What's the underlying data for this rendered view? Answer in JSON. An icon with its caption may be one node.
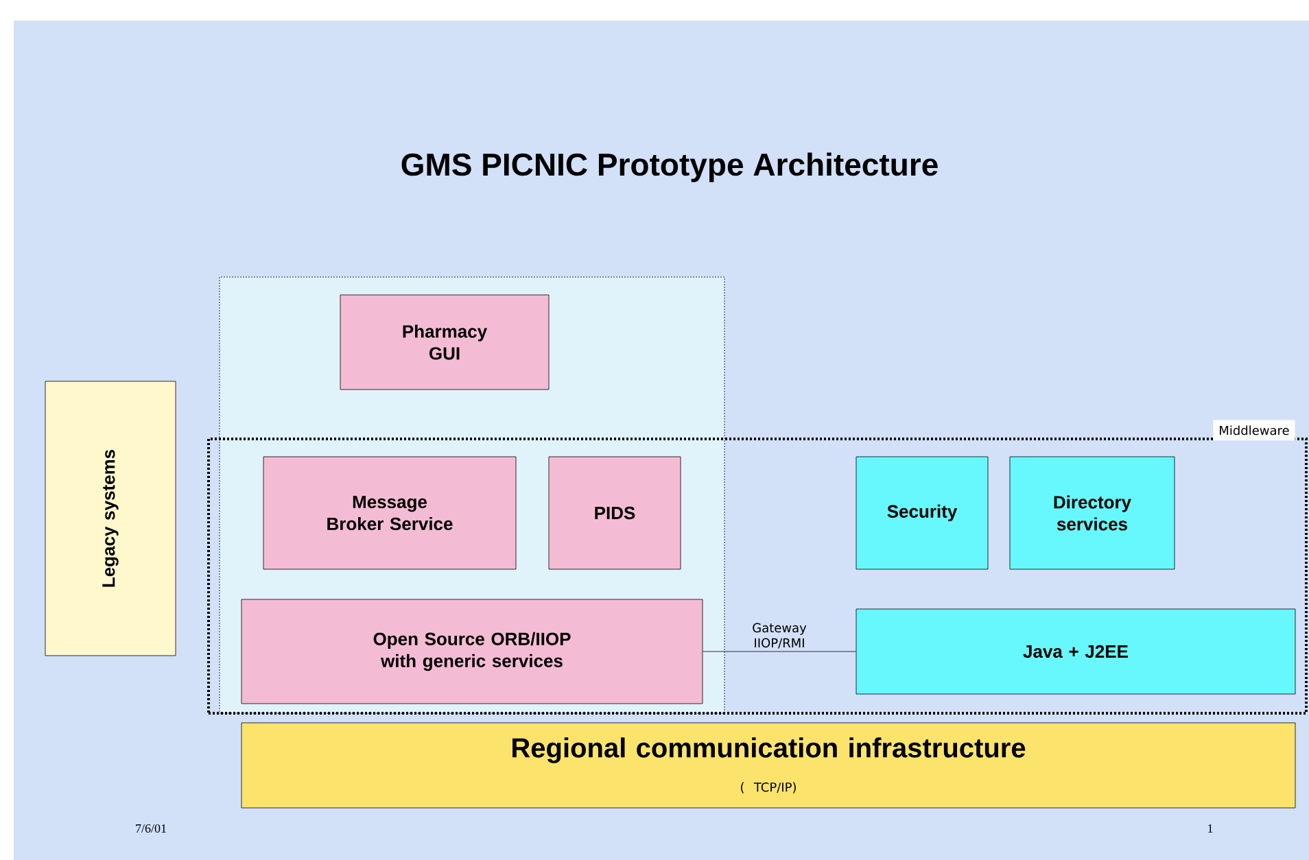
{
  "diagram": {
    "title": "GMS PICNIC Prototype Architecture",
    "nodes": [
      {
        "text": [
          "Legacy systems"
        ]
      },
      {
        "text": [],
        "shape": "box"
      },
      {
        "text": [
          "Middleware"
        ]
      },
      {
        "text": [
          "Pharmacy GUI"
        ],
        "in": 1
      },
      {
        "text": [
          "Message Broker Service"
        ]
      },
      {
        "text": [
          "PIDS"
        ]
      },
      {
        "text": [
          "Open Source ORB/IIOP with generic services"
        ]
      },
      {
        "text": [
          "Security"
        ],
        "in": 2
      },
      {
        "text": [
          "Directory services"
        ],
        "in": 2
      },
      {
        "text": [
          "Java + J2EE"
        ],
        "in": 2
      },
      {
        "text": [
          "Regional communication infrastructure",
          "( TCP/IP)"
        ]
      }
    ],
    "edges": [
      {
        "from": 6,
        "to": 9,
        "arrow": "none",
        "label": "Gateway IIOP/RMI"
      }
    ],
    "labels": [
      "7/6/01",
      "1"
    ]
  }
}
